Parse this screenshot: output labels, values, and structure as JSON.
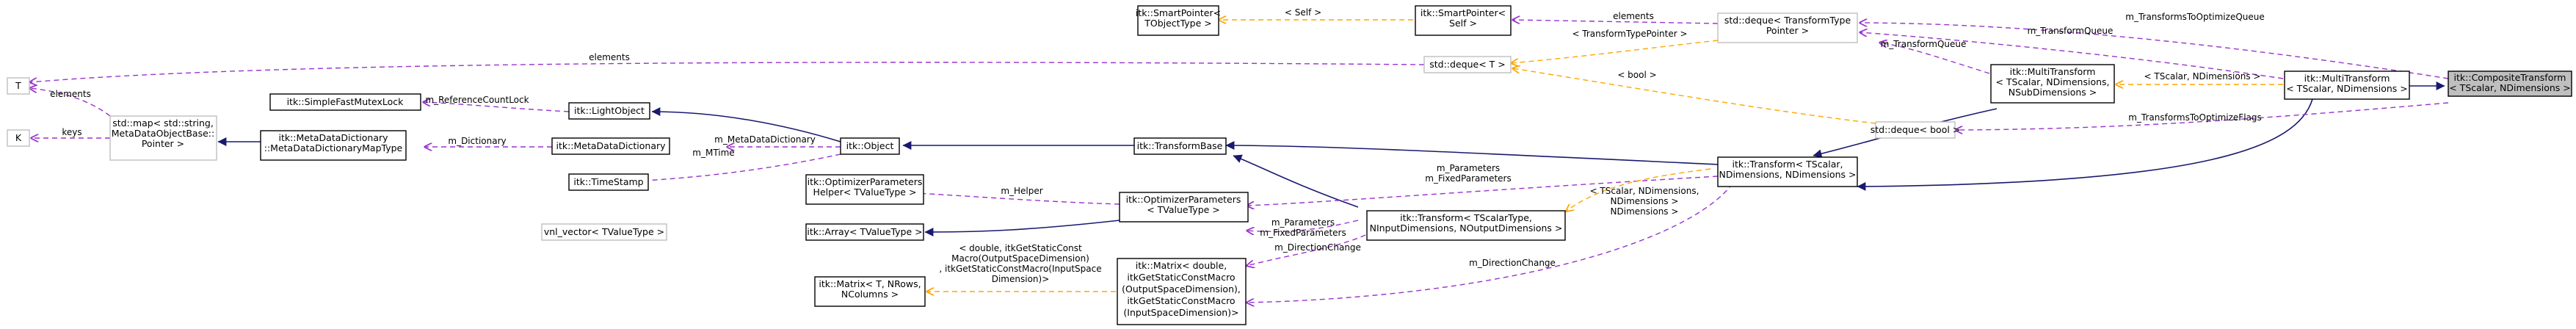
{
  "nodes": {
    "composite": [
      "itk::CompositeTransform",
      "< TScalar, NDimensions >"
    ],
    "multiTransformA": [
      "itk::MultiTransform",
      "< TScalar, NDimensions >"
    ],
    "multiTransformB": [
      "itk::MultiTransform",
      "< TScalar, NDimensions,",
      "NSubDimensions >"
    ],
    "transform": [
      "itk::Transform< TScalar,",
      "NDimensions, NDimensions >"
    ],
    "transformFull": [
      "itk::Transform< TScalarType,",
      "NInputDimensions, NOutputDimensions >"
    ],
    "transformBase": [
      "itk::TransformBase"
    ],
    "object": [
      "itk::Object"
    ],
    "lightObject": [
      "itk::LightObject"
    ],
    "simpleMutex": [
      "itk::SimpleFastMutexLock"
    ],
    "metaDataDict": [
      "itk::MetaDataDictionary"
    ],
    "mapType": [
      "itk::MetaDataDictionary",
      "::MetaDataDictionaryMapType"
    ],
    "timeStamp": [
      "itk::TimeStamp"
    ],
    "stdMap": [
      "std::map< std::string,",
      "MetaDataObjectBase::",
      "Pointer >"
    ],
    "T": [
      "T"
    ],
    "K": [
      "K"
    ],
    "smartPtrTObj": [
      "itk::SmartPointer<",
      "TObjectType >"
    ],
    "smartPtrSelf": [
      "itk::SmartPointer<",
      "Self >"
    ],
    "dequeTransformPtr": [
      "std::deque< TransformType",
      "Pointer >"
    ],
    "dequeT": [
      "std::deque< T >"
    ],
    "dequeBool": [
      "std::deque< bool >"
    ],
    "optHelperT": [
      "itk::OptimizerParameters",
      "Helper< TValueType >"
    ],
    "optParamsT": [
      "itk::OptimizerParameters",
      "< TValueType >"
    ],
    "arrayT": [
      "itk::Array< TValueType >"
    ],
    "vnlVector": [
      "vnl_vector< TValueType >"
    ],
    "matrixDouble": [
      "itk::Matrix< double,",
      "itkGetStaticConstMacro",
      "(OutputSpaceDimension),",
      "itkGetStaticConstMacro",
      "(InputSpaceDimension)>"
    ],
    "matrixT": [
      "itk::Matrix< T, NRows,",
      "NColumns >"
    ]
  },
  "labels": {
    "m_TransformsToOptimizeQueue": [
      "m_TransformsToOptimizeQueue"
    ],
    "m_TransformQueue_top": [
      "m_TransformQueue"
    ],
    "m_TransformQueue_mid": [
      "m_TransformQueue"
    ],
    "tscalar_ndim_composite": [
      "< TScalar, NDimensions >"
    ],
    "m_TransformsToOptimizeFlags": [
      "m_TransformsToOptimizeFlags"
    ],
    "self": [
      "< Self >"
    ],
    "elements_top": [
      "elements"
    ],
    "transformTypePointer": [
      "< TransformTypePointer >"
    ],
    "elements_left": [
      "elements"
    ],
    "bool": [
      "< bool >"
    ],
    "keys": [
      "keys"
    ],
    "elements_map": [
      "elements"
    ],
    "m_ReferenceCountLock": [
      "m_ReferenceCountLock"
    ],
    "m_Dictionary": [
      "m_Dictionary"
    ],
    "m_MetaDataDictionary": [
      "m_MetaDataDictionary"
    ],
    "m_MTime": [
      "m_MTime"
    ],
    "m_Helper": [
      "m_Helper"
    ],
    "m_Parameters_top": [
      "m_Parameters",
      "m_FixedParameters"
    ],
    "m_Parameters_bot": [
      "m_Parameters",
      "m_FixedParameters"
    ],
    "tscalar_ndim_transform": [
      "< TScalar, NDimensions,",
      "NDimensions >"
    ],
    "m_DirectionChange_left": [
      "m_DirectionChange"
    ],
    "m_DirectionChange_right": [
      "m_DirectionChange"
    ],
    "double_macro": [
      "< double, itkGetStaticConst",
      "Macro(OutputSpaceDimension)",
      ", itkGetStaticConstMacro(InputSpace",
      "Dimension)>"
    ]
  },
  "colors": {
    "inheritance": "#191970",
    "usage": "#9a32cd",
    "template": "#ffa500",
    "focus_fill": "#bfbfbf",
    "ghost_border": "#bfbfbf"
  }
}
